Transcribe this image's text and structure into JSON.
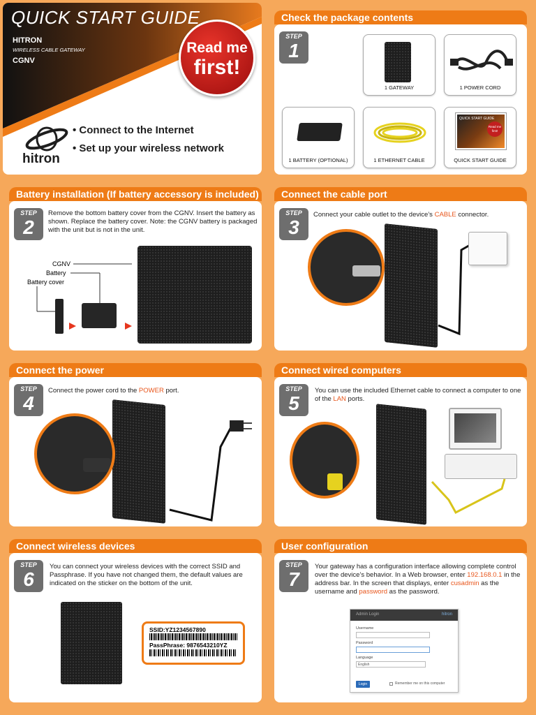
{
  "header": {
    "title": "QUICK START GUIDE",
    "brand": "HITRON",
    "subtitle": "WIRELESS CABLE GATEWAY",
    "model": "CGNV",
    "badge_line1": "Read me",
    "badge_line2": "first!",
    "logo_text": "hitron",
    "bullets": [
      "Connect to the Internet",
      "Set up your wireless network"
    ]
  },
  "package": {
    "title": "Check the package contents",
    "step_label": "STEP",
    "step_num": "1",
    "items": [
      "1 GATEWAY",
      "1 POWER CORD",
      "1 BATTERY (OPTIONAL)",
      "1 ETHERNET CABLE",
      "QUICK START GUIDE"
    ],
    "mini_guide_title": "QUICK START GUIDE",
    "mini_badge": "Read me first!"
  },
  "battery": {
    "title": "Battery installation (If battery accessory is included)",
    "step_label": "STEP",
    "step_num": "2",
    "text": "Remove the bottom battery cover from the CGNV. Insert the battery as shown. Replace the battery cover. Note: the CGNV battery is packaged with the unit but is not in the unit.",
    "labels": [
      "CGNV",
      "Battery",
      "Battery cover"
    ]
  },
  "cable": {
    "title": "Connect the cable port",
    "step_label": "STEP",
    "step_num": "3",
    "text_pre": "Connect your cable outlet to the device’s ",
    "text_hl": "CABLE",
    "text_post": " connector."
  },
  "power": {
    "title": "Connect the power",
    "step_label": "STEP",
    "step_num": "4",
    "text_pre": "Connect the power cord to the ",
    "text_hl": "POWER",
    "text_post": " port."
  },
  "wired": {
    "title": "Connect wired computers",
    "step_label": "STEP",
    "step_num": "5",
    "text_pre": "You can use the included Ethernet cable to connect a computer to one of the ",
    "text_hl": "LAN",
    "text_post": " ports."
  },
  "wireless": {
    "title": "Connect wireless devices",
    "step_label": "STEP",
    "step_num": "6",
    "text": "You can connect your wireless devices with the correct SSID and Passphrase. If you have not changed them, the default values are indicated on the sticker on the bottom of the unit.",
    "ssid": "SSID:YZ1234567890",
    "passphrase": "PassPhrase: 9876543210YZ"
  },
  "config": {
    "title": "User configuration",
    "step_label": "STEP",
    "step_num": "7",
    "text_a": "Your gateway has a configuration interface allowing complete control over the device’s behavior. In a Web browser, enter ",
    "ip": "192.168.0.1",
    "text_b": " in the address bar. In the screen that displays, enter ",
    "user": "cusadmin",
    "text_c": " as the username and ",
    "pass": "password",
    "text_d": " as the password.",
    "login": {
      "header": "Admin Login",
      "brand": "hitron",
      "username_label": "Username",
      "password_label": "Password",
      "language_label": "Language",
      "language_value": "English",
      "login_button": "Login",
      "remember": "Remember me on this computer"
    }
  }
}
